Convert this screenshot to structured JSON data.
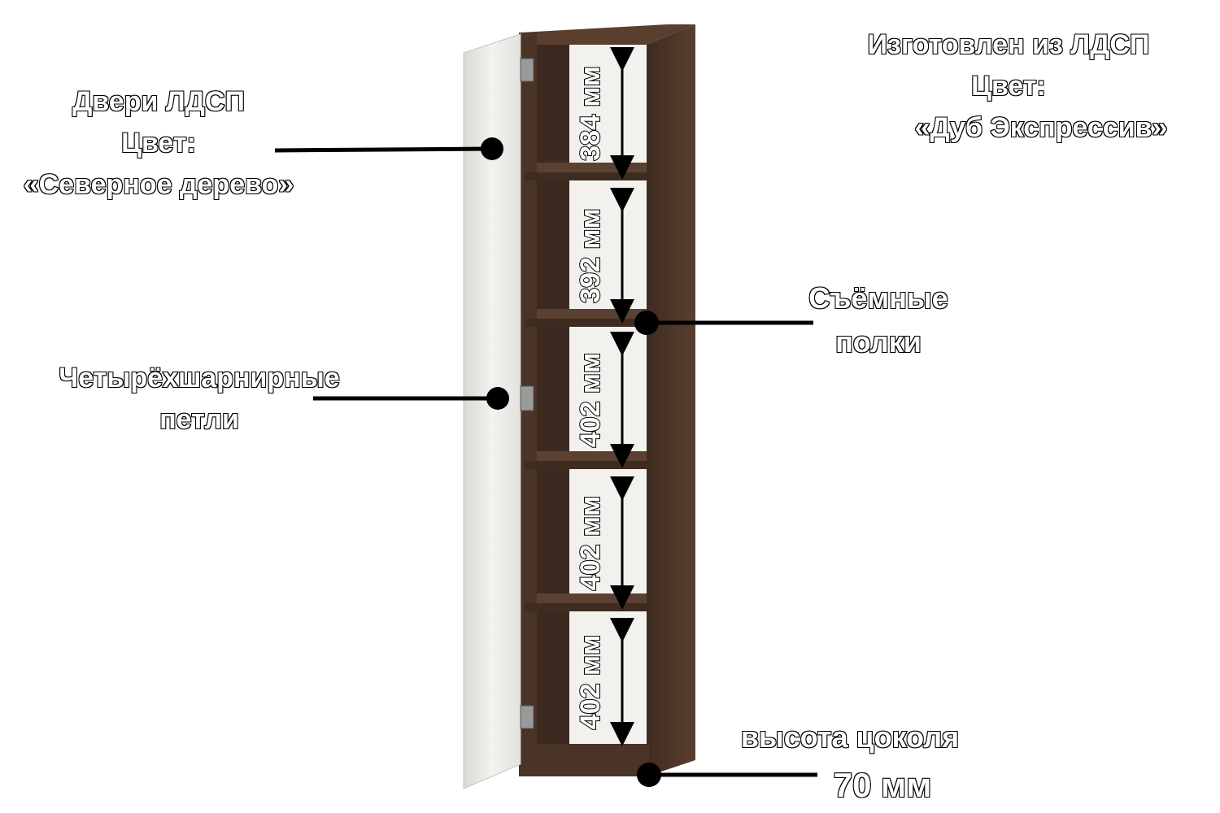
{
  "labels": {
    "doors": [
      "Двери ЛДСП",
      "Цвет:",
      "«Северное дерево»"
    ],
    "material": [
      "Изготовлен из ЛДСП",
      "Цвет:",
      "«Дуб Экспрессив»"
    ],
    "shelves": [
      "Съёмные",
      "полки"
    ],
    "hinges": [
      "Четырёхшарнирные",
      "петли"
    ],
    "plinth": [
      "высота цоколя",
      "70 мм"
    ]
  },
  "dimensions": [
    "384 мм",
    "392 мм",
    "402 мм",
    "402 мм",
    "402 мм"
  ],
  "colors": {
    "carcass": "#4a3428",
    "carcass_light": "#5b4132",
    "door": "#ecebe8",
    "back": "#f2f1ee"
  }
}
